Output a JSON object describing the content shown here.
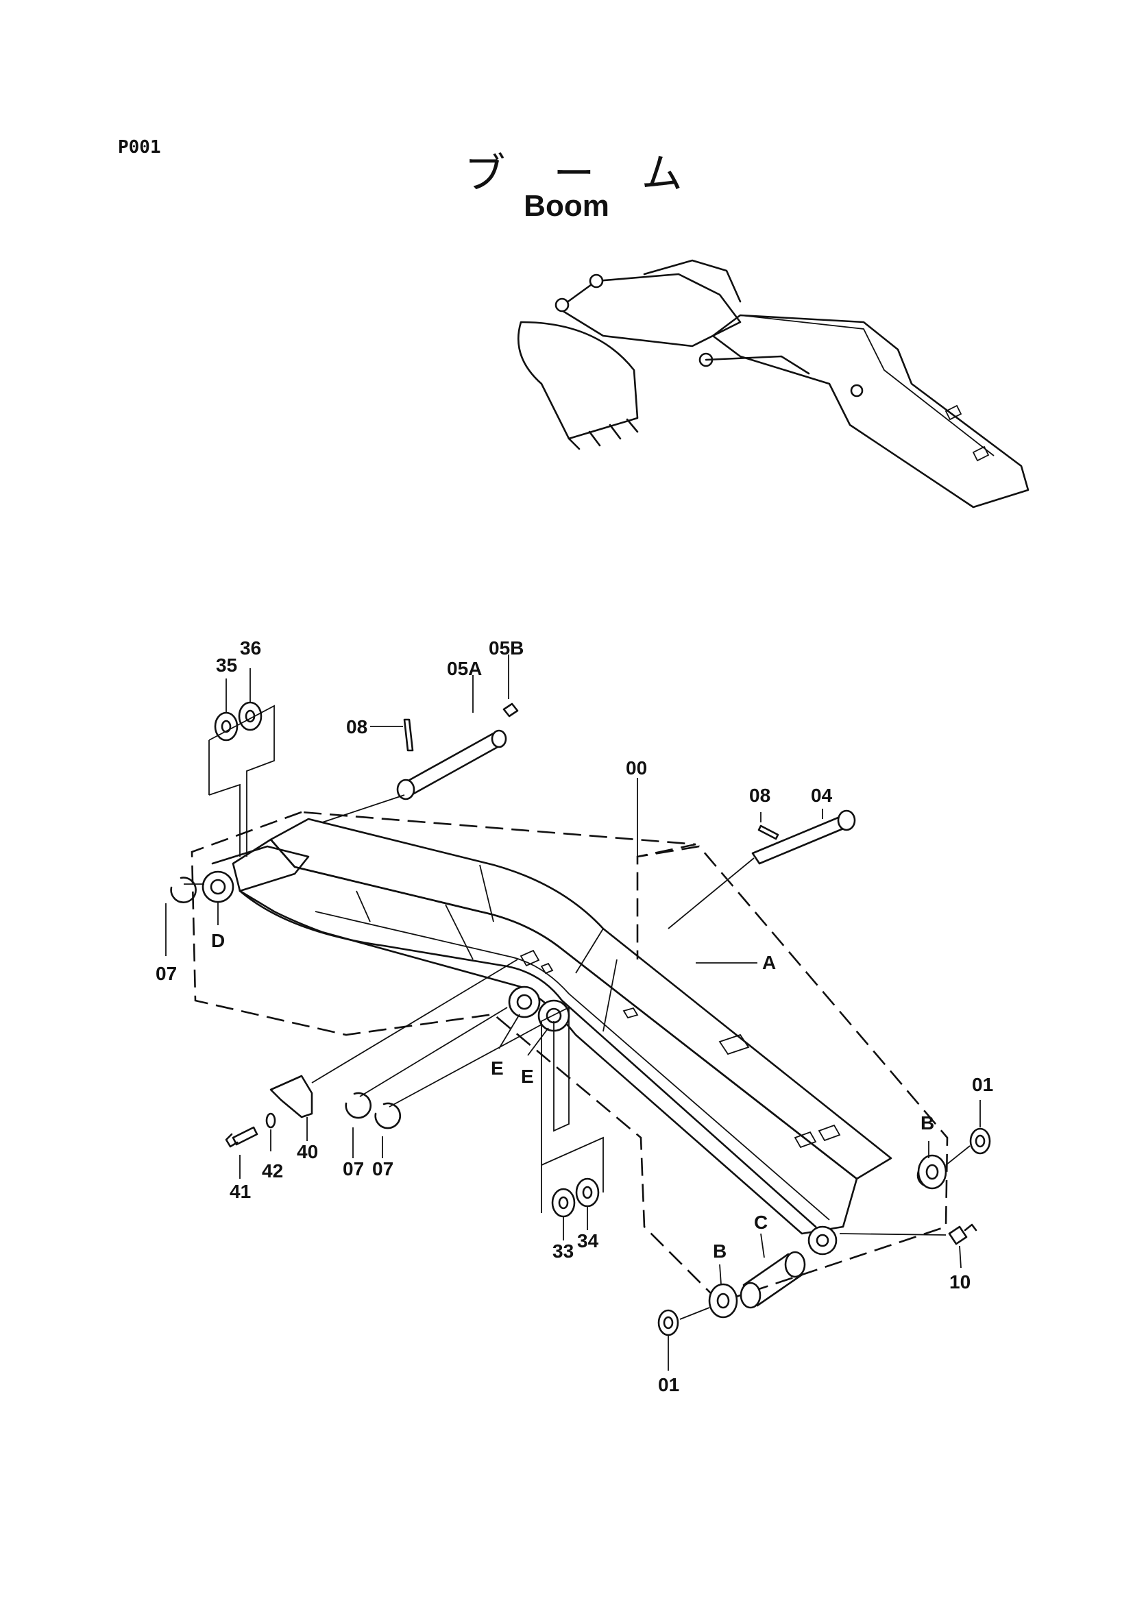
{
  "header": {
    "page_code": "P001",
    "title_jp": "ブーム",
    "title_en": "Boom"
  },
  "callouts": {
    "c35": "35",
    "c36": "36",
    "c05A": "05A",
    "c05B": "05B",
    "c08a": "08",
    "c00": "00",
    "c08b": "08",
    "c04": "04",
    "cD": "D",
    "c07a": "07",
    "cA": "A",
    "cEa": "E",
    "cEb": "E",
    "c01a": "01",
    "cB1": "B",
    "c41": "41",
    "c42": "42",
    "c40": "40",
    "c07b": "07",
    "c07c": "07",
    "c33": "33",
    "c34": "34",
    "cC": "C",
    "cB2": "B",
    "c10": "10",
    "c01b": "01"
  }
}
